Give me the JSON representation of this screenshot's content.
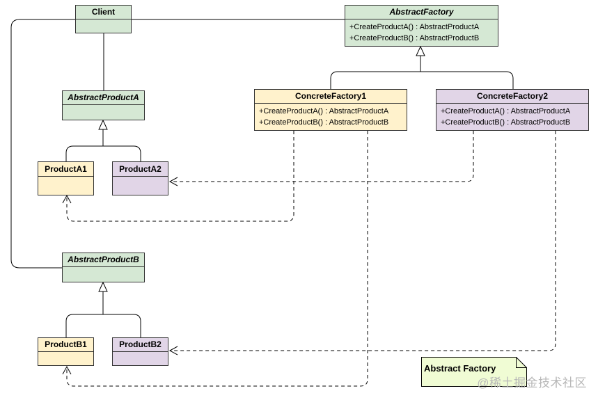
{
  "classes": {
    "client": {
      "name": "Client",
      "methods": []
    },
    "abstract_factory": {
      "name": "AbstractFactory",
      "methods": [
        "+CreateProductA() : AbstractProductA",
        "+CreateProductB() : AbstractProductB"
      ]
    },
    "concrete_factory1": {
      "name": "ConcreteFactory1",
      "methods": [
        "+CreateProductA() : AbstractProductA",
        "+CreateProductB() : AbstractProductB"
      ]
    },
    "concrete_factory2": {
      "name": "ConcreteFactory2",
      "methods": [
        "+CreateProductA() : AbstractProductA",
        "+CreateProductB() : AbstractProductB"
      ]
    },
    "abstract_product_a": {
      "name": "AbstractProductA",
      "methods": []
    },
    "abstract_product_b": {
      "name": "AbstractProductB",
      "methods": []
    },
    "product_a1": {
      "name": "ProductA1"
    },
    "product_a2": {
      "name": "ProductA2"
    },
    "product_b1": {
      "name": "ProductB1"
    },
    "product_b2": {
      "name": "ProductB2"
    }
  },
  "note": {
    "text": "Abstract Factory"
  },
  "watermark": "@稀土掘金技术社区",
  "colors": {
    "abstract_fill": "#d5e8d4",
    "factory1_fill": "#fff2cc",
    "factory2_fill": "#e1d5e7",
    "note_fill": "#f0fcd4",
    "line": "#000000"
  }
}
